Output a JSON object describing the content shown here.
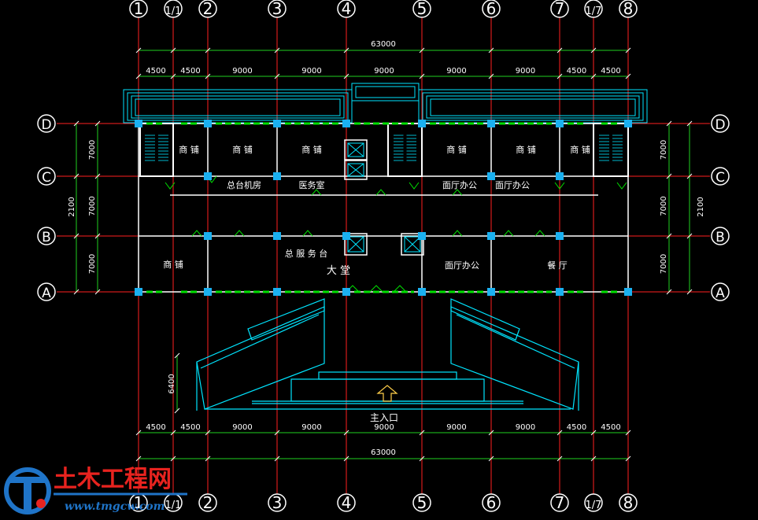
{
  "axes": {
    "vertical": [
      "1",
      "1/1",
      "2",
      "3",
      "4",
      "5",
      "6",
      "7",
      "1/7",
      "8"
    ],
    "horizontal": [
      "D",
      "C",
      "B",
      "A"
    ]
  },
  "dimensions": {
    "total": "63000",
    "bays": [
      "4500",
      "4500",
      "9000",
      "9000",
      "9000",
      "9000",
      "9000",
      "4500",
      "4500"
    ],
    "left_rows": [
      "7000",
      "7000",
      "7000"
    ],
    "left_corridor": "2100",
    "right_rows": [
      "7000",
      "7000",
      "7000"
    ],
    "right_corridor": "2100",
    "entrance_depth": "6400"
  },
  "rooms": {
    "shop_1": "商 铺",
    "shop_2": "商 铺",
    "shop_3": "商 铺",
    "shop_4": "商 铺",
    "shop_5": "商 铺",
    "shop_6": "商 铺",
    "shop_7": "商 铺",
    "switchboard": "总台机房",
    "medical": "医务室",
    "restaurant_office_1": "面厅办公",
    "restaurant_office_2": "面厅办公",
    "reception": "总 服 务 台",
    "lobby": "大 堂",
    "restaurant_office_3": "面厅办公",
    "dining_hall": "餐 厅",
    "main_entrance": "主入口"
  },
  "watermark": {
    "title": "土木工程网",
    "url": "www.tmgcw.com"
  },
  "colors": {
    "background": "#000000",
    "axis_line": "#ff2020",
    "wall": "#ffffff",
    "window": "#00e000",
    "dimension": "#20d020",
    "column": "#1ab0f0",
    "cyan_detail": "#00e5ff",
    "watermark_red": "#e8231f",
    "watermark_blue": "#1f74c8"
  }
}
